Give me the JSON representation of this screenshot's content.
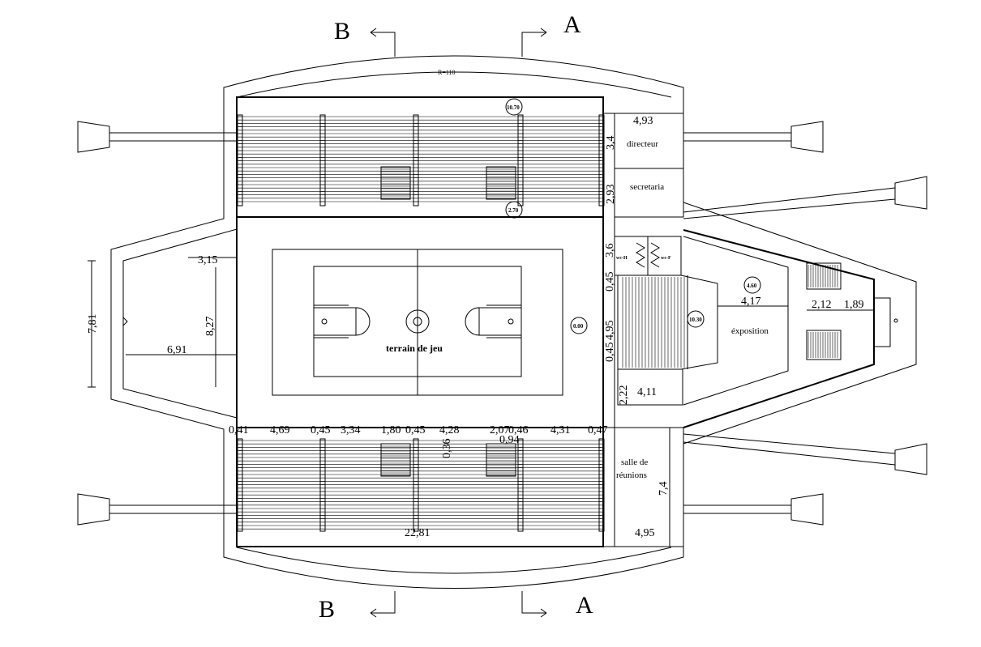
{
  "colors": {
    "line": "#000000",
    "background": "#ffffff"
  },
  "section_marks": {
    "b_top": "B",
    "a_top": "A",
    "b_bottom": "B",
    "a_bottom": "A"
  },
  "radius_label": "R=110",
  "rooms": {
    "court": "terrain de jeu",
    "director": "directeur",
    "secretary": "secretaria",
    "exhibition": "éxposition",
    "meeting_1": "salle de",
    "meeting_2": "réunions",
    "wc_h": "wc-H",
    "wc_f": "wc-F"
  },
  "levels": {
    "top_stand_top": "10.70",
    "top_stand_bottom": "2.70",
    "court": "0.00",
    "center_stair": "10.30",
    "exhibition": "4.60"
  },
  "dimensions": {
    "left_height": "7,81",
    "left_top_width": "3,15",
    "left_inner_height": "8,27",
    "left_width": "6,91",
    "row_0": "0,41",
    "row_1": "4,69",
    "row_2": "0,45",
    "row_3": "3,34",
    "row_4": "1,80",
    "row_5": "0,45",
    "row_6": "4,28",
    "row_7": "2,07",
    "row_8": "0,46",
    "row_9": "4,31",
    "row_10": "0,47",
    "stair_gap": "0,94",
    "small_vertical": "0,36",
    "bottom_width": "22,81",
    "meeting_width": "4,95",
    "meeting_height": "7,4",
    "director_width": "4,93",
    "director_height": "3,4",
    "secretary_height": "2,93",
    "wc_height": "3,6",
    "gap_a": "0,45",
    "stair_height": "4,95",
    "gap_b": "0,45",
    "lower_room_height": "2,22",
    "lower_room_width": "4,11",
    "exhibition_width": "4,17",
    "right_room_width": "2,12",
    "right_room_depth": "1,89"
  }
}
